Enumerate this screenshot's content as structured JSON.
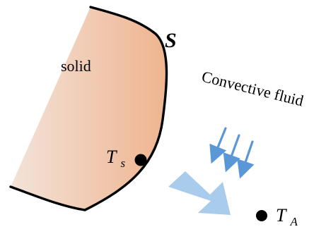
{
  "labels": {
    "solid": "solid",
    "surface": "S",
    "fluid": "Convective fluid",
    "surface_temp_main": "T",
    "surface_temp_sub": "s",
    "ambient_temp_main": "T",
    "ambient_temp_sub": "A"
  },
  "colors": {
    "solid_fill_light": "#f3e3d9",
    "solid_fill_dark": "#efb48f",
    "boundary_stroke": "#000000",
    "flow_arrow": "#a9ccec",
    "small_arrows": "#5a97d6",
    "point_marker": "#000000"
  }
}
